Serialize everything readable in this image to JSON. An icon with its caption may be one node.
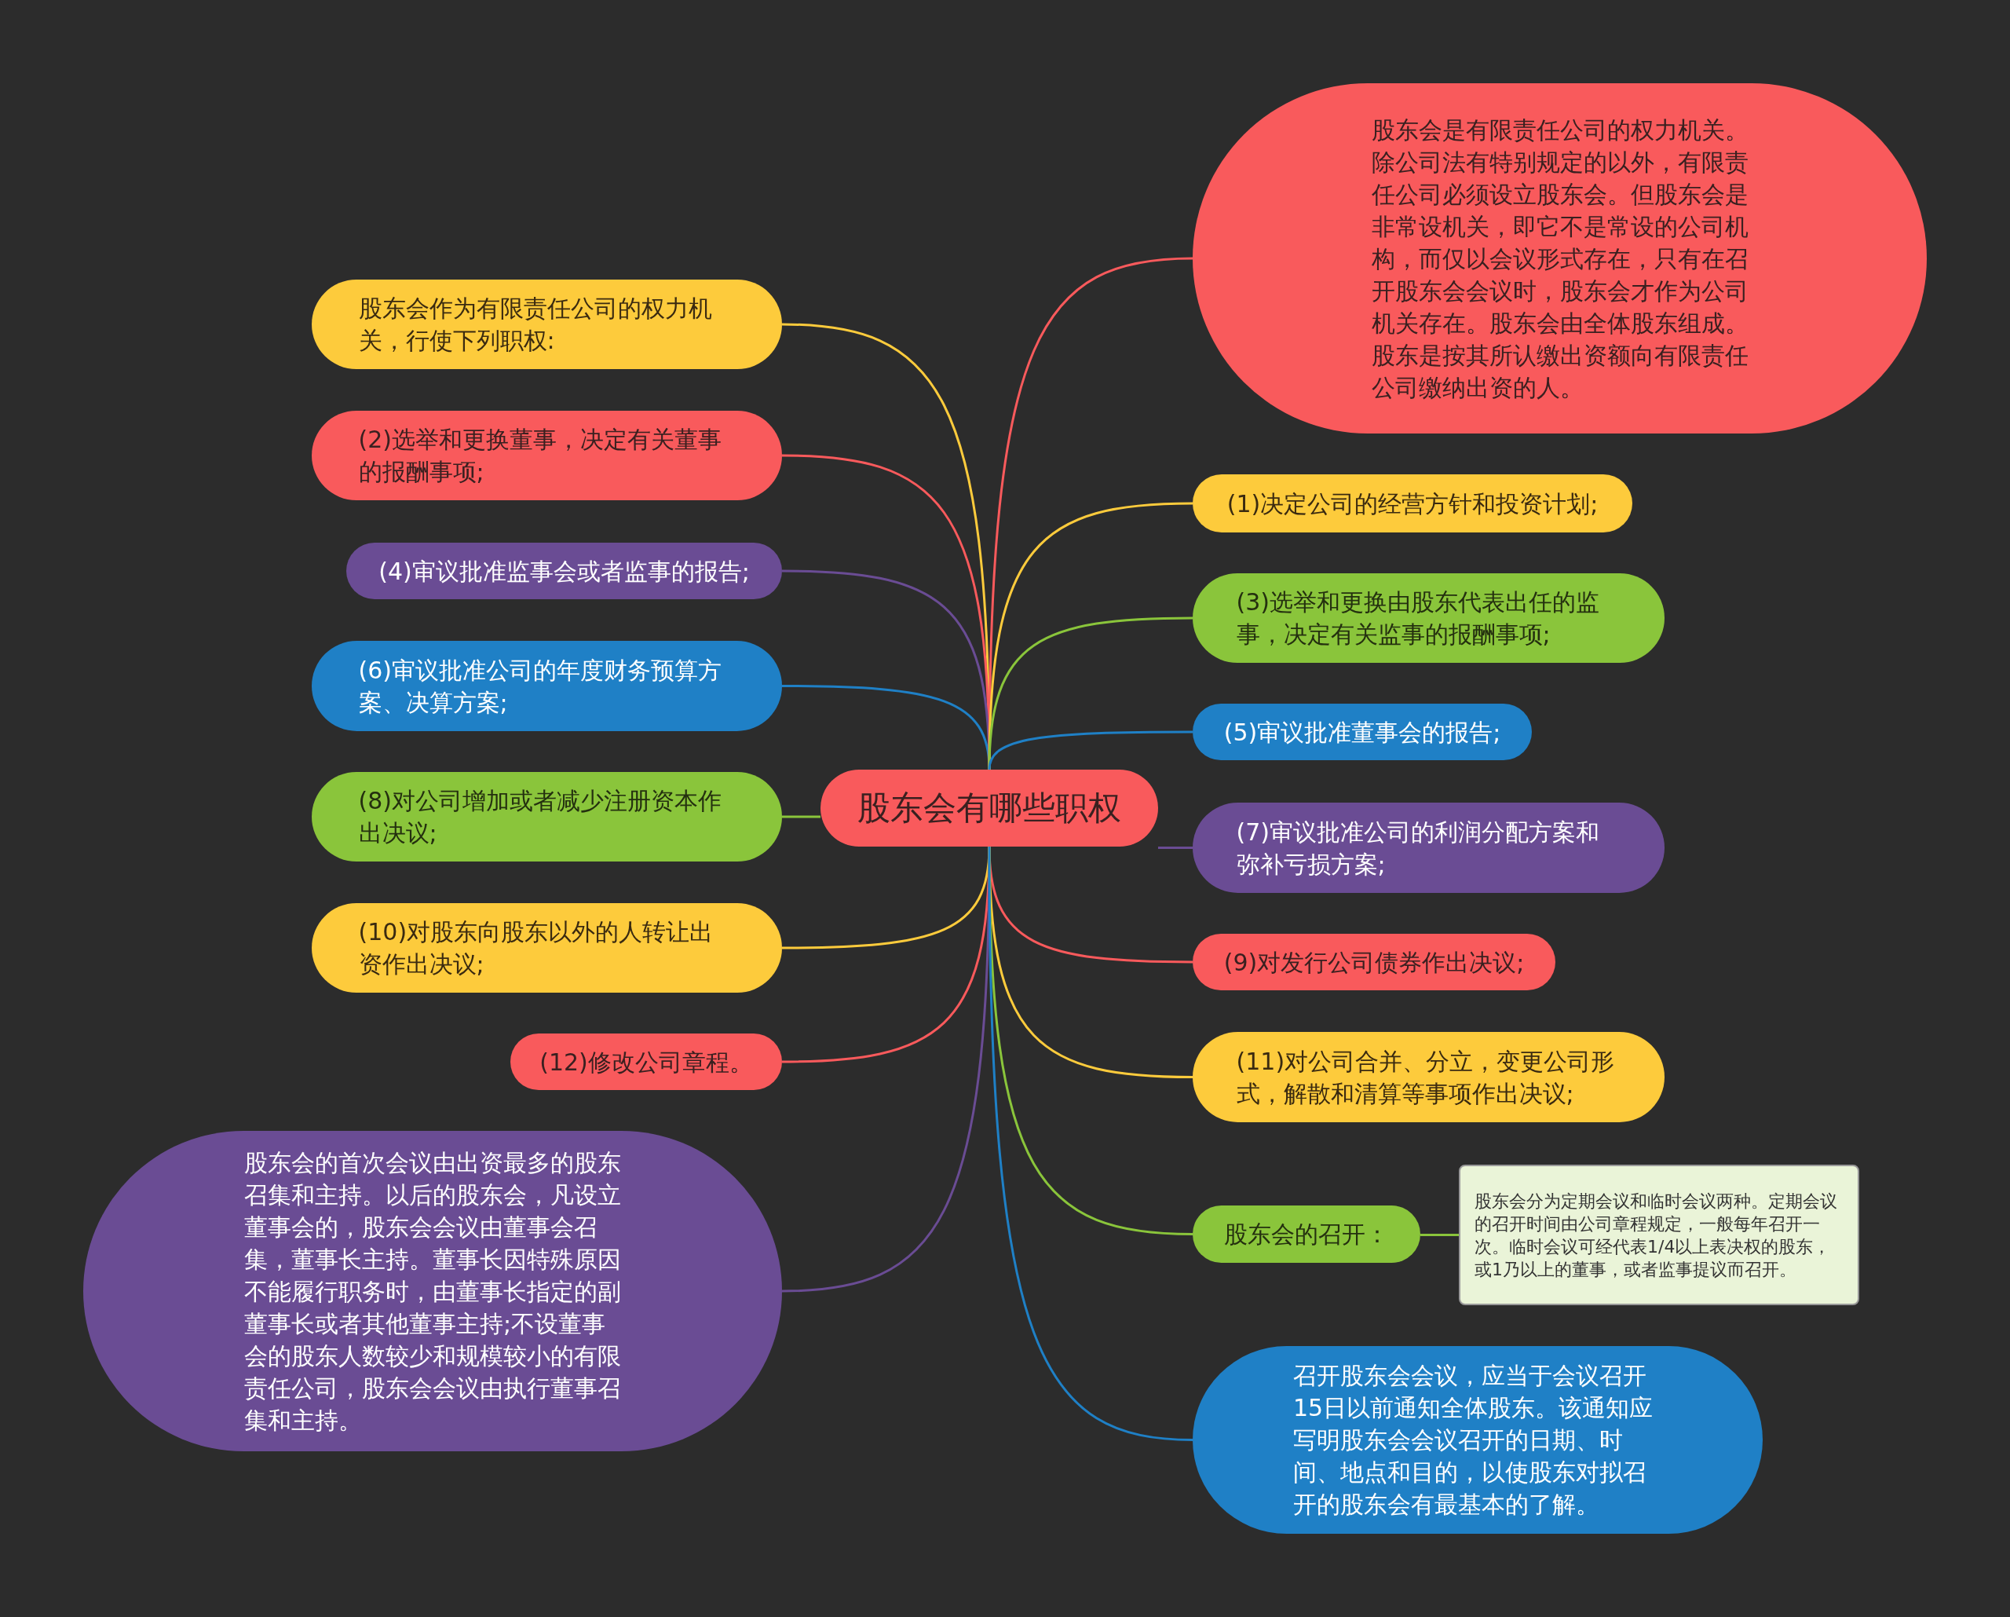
{
  "diagram": {
    "nodes": [
      {
        "text": [
          "股东会有哪些职权"
        ]
      },
      {
        "text": [
          "股东会作为有限责任公司的权力机关，行使下列职权:"
        ]
      },
      {
        "text": [
          "(2)选举和更换董事，决定有关董事的报酬事项;"
        ]
      },
      {
        "text": [
          "(4)审议批准监事会或者监事的报告;"
        ]
      },
      {
        "text": [
          "(6)审议批准公司的年度财务预算方案、决算方案;"
        ]
      },
      {
        "text": [
          "(8)对公司增加或者减少注册资本作出决议;"
        ]
      },
      {
        "text": [
          "(10)对股东向股东以外的人转让出资作出决议;"
        ]
      },
      {
        "text": [
          "(12)修改公司章程。"
        ]
      },
      {
        "text": [
          "股东会的首次会议由出资最多的股东召集和主持。以后的股东会，凡设立董事会的，股东会会议由董事会召集，董事长主持。董事长因特殊原因不能履行职务时，由董事长指定的副董事长或者其他董事主持;不设董事会的股东人数较少和规模较小的有限责任公司，股东会会议由执行董事召集和主持。"
        ]
      },
      {
        "text": [
          "股东会是有限责任公司的权力机关。除公司法有特别规定的以外，有限责任公司必须设立股东会。但股东会是非常设机关，即它不是常设的公司机构，而仅以会议形式存在，只有在召开股东会会议时，股东会才作为公司机关存在。股东会由全体股东组成。股东是按其所认缴出资额向有限责任公司缴纳出资的人。"
        ]
      },
      {
        "text": [
          "(1)决定公司的经营方针和投资计划;"
        ]
      },
      {
        "text": [
          "(3)选举和更换由股东代表出任的监事，决定有关监事的报酬事项;"
        ]
      },
      {
        "text": [
          "(5)审议批准董事会的报告;"
        ]
      },
      {
        "text": [
          "(7)审议批准公司的利润分配方案和弥补亏损方案;"
        ]
      },
      {
        "text": [
          "(9)对发行公司债券作出决议;"
        ]
      },
      {
        "text": [
          "(11)对公司合并、分立，变更公司形式，解散和清算等事项作出决议;"
        ]
      },
      {
        "text": [
          "股东会的召开："
        ]
      },
      {
        "text": [
          "股东会分为定期会议和临时会议两种。定期会议的召开时间由公司章程规定，一般每年召开一次。临时会议可经代表1/4以上表决权的股东，或1乃以上的董事，或者监事提议而召开。"
        ]
      },
      {
        "text": [
          "召开股东会会议，应当于会议召开15日以前通知全体股东。该通知应写明股东会会议召开的日期、时间、地点和目的，以使股东对拟召开的股东会有最基本的了解。"
        ]
      }
    ],
    "edges": [
      {
        "from": 0,
        "to": 1,
        "arrow": "none",
        "color": "#fdcb3c"
      },
      {
        "from": 0,
        "to": 2,
        "arrow": "none",
        "color": "#f95a5c"
      },
      {
        "from": 0,
        "to": 3,
        "arrow": "none",
        "color": "#6a4c94"
      },
      {
        "from": 0,
        "to": 4,
        "arrow": "none",
        "color": "#1f80c6"
      },
      {
        "from": 0,
        "to": 5,
        "arrow": "none",
        "color": "#8ac53b"
      },
      {
        "from": 0,
        "to": 6,
        "arrow": "none",
        "color": "#fdcb3c"
      },
      {
        "from": 0,
        "to": 7,
        "arrow": "none",
        "color": "#f95a5c"
      },
      {
        "from": 0,
        "to": 8,
        "arrow": "none",
        "color": "#6a4c94"
      },
      {
        "from": 0,
        "to": 9,
        "arrow": "none",
        "color": "#f95a5c"
      },
      {
        "from": 0,
        "to": 10,
        "arrow": "none",
        "color": "#fdcb3c"
      },
      {
        "from": 0,
        "to": 11,
        "arrow": "none",
        "color": "#8ac53b"
      },
      {
        "from": 0,
        "to": 12,
        "arrow": "none",
        "color": "#1f80c6"
      },
      {
        "from": 0,
        "to": 13,
        "arrow": "none",
        "color": "#6a4c94"
      },
      {
        "from": 0,
        "to": 14,
        "arrow": "none",
        "color": "#f95a5c"
      },
      {
        "from": 0,
        "to": 15,
        "arrow": "none",
        "color": "#fdcb3c"
      },
      {
        "from": 0,
        "to": 16,
        "arrow": "none",
        "color": "#8ac53b"
      },
      {
        "from": 16,
        "to": 17,
        "arrow": "none",
        "color": "#8ac53b"
      },
      {
        "from": 0,
        "to": 18,
        "arrow": "none",
        "color": "#1f80c6"
      }
    ]
  }
}
